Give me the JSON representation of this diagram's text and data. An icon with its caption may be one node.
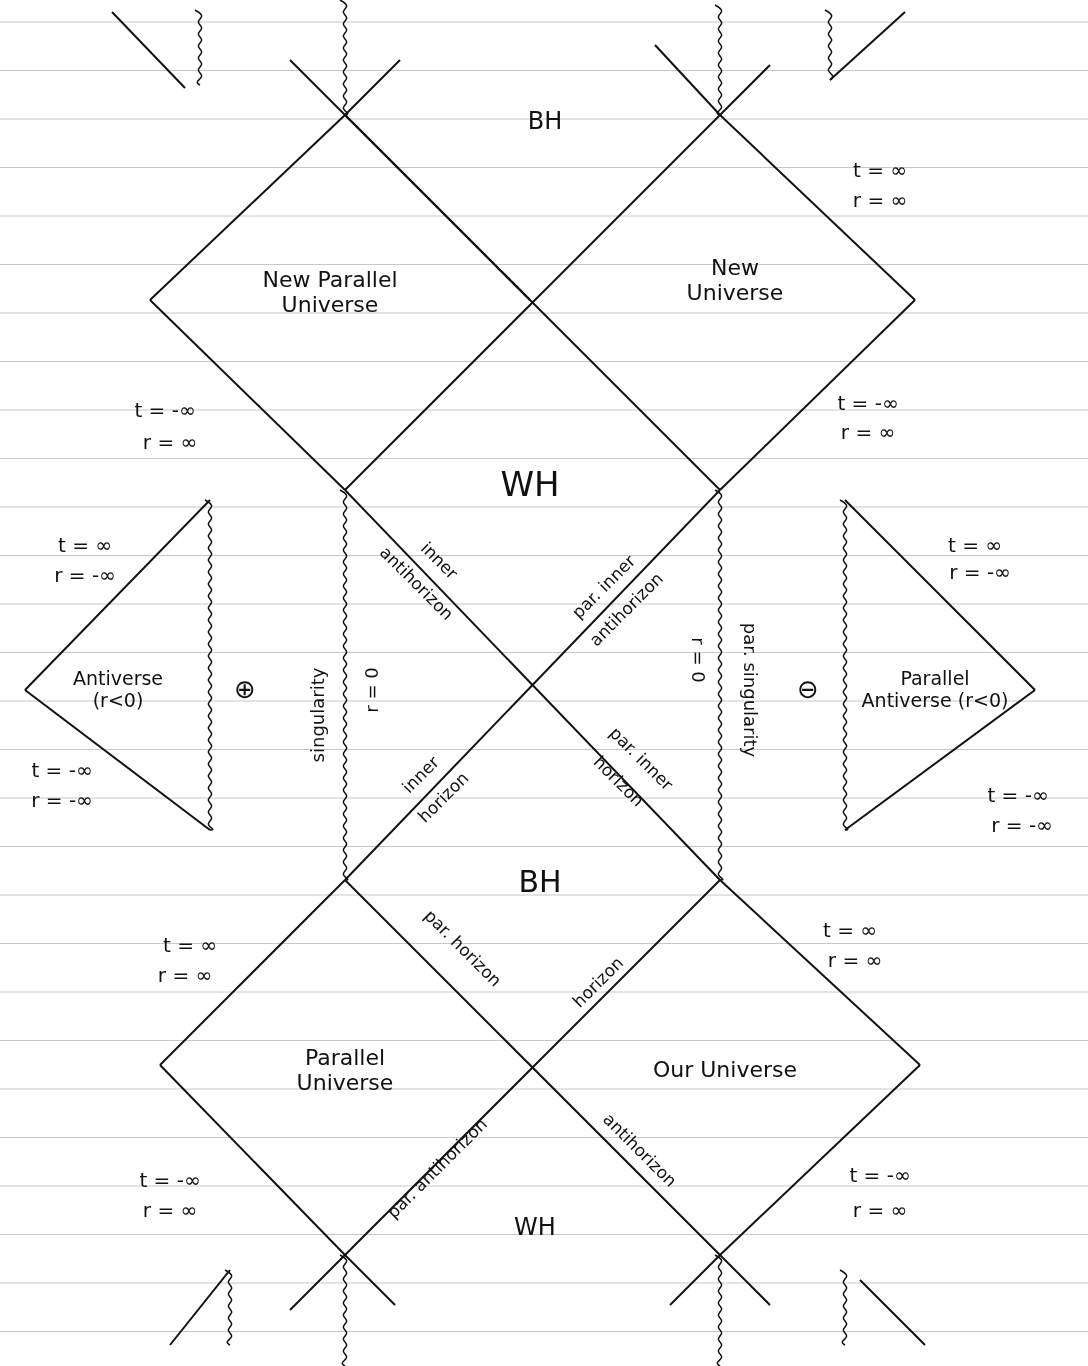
{
  "diagram": {
    "labels": [
      "BH",
      "t = ∞",
      "r = ∞",
      "New Parallel Universe",
      "New Universe",
      "t = -∞",
      "r = ∞",
      "t = -∞",
      "r = ∞",
      "WH",
      "t = ∞",
      "r = -∞",
      "inner antihorizon",
      "par. inner antihorizon",
      "t = ∞",
      "r = -∞",
      "Antiverse (r<0)",
      "⊕",
      "singularity",
      "r = 0",
      "r = 0",
      "par. singularity",
      "⊖",
      "Parallel Antiverse (r<0)",
      "inner horizon",
      "par. inner horizon",
      "t = -∞",
      "r = -∞",
      "t = -∞",
      "r = -∞",
      "BH",
      "t = ∞",
      "r = ∞",
      "t = ∞",
      "r = ∞",
      "par. horizon",
      "horizon",
      "Parallel Universe",
      "Our Universe",
      "par. antihorizon",
      "antihorizon",
      "t = -∞",
      "r = ∞",
      "t = -∞",
      "r = ∞",
      "WH"
    ]
  }
}
